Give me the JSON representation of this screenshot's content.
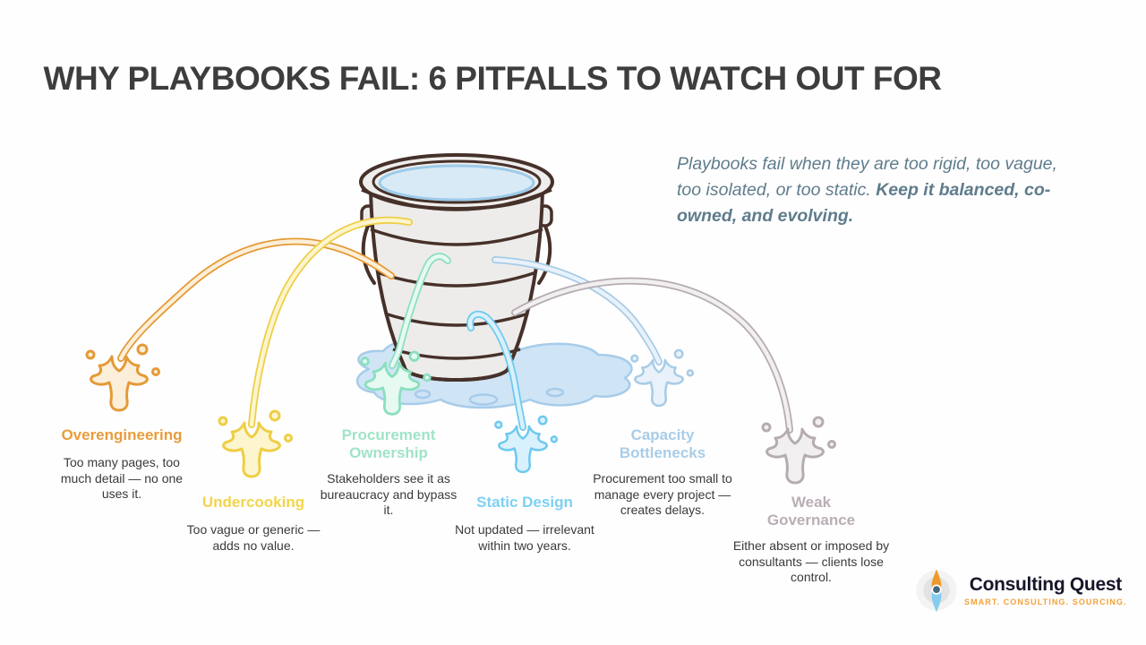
{
  "slide": {
    "title": "WHY PLAYBOOKS FAIL: 6 PITFALLS TO WATCH OUT FOR",
    "title_color": "#3d3d3d",
    "callout_normal": "Playbooks fail when they are too rigid, too vague, too isolated, or too static. ",
    "callout_bold": "Keep it balanced, co-owned, and evolving.",
    "callout_color": "#5e7c8c"
  },
  "pitfalls": [
    {
      "name": "Overengineering",
      "description": "Too many pages, too much detail — no one uses it.",
      "color": "#e89c3c"
    },
    {
      "name": "Undercooking",
      "description": "Too vague or generic — adds no value.",
      "color": "#f3d44b"
    },
    {
      "name": "Procurement Ownership",
      "description": "Stakeholders see it as bureaucracy and bypass it.",
      "color": "#9fe4c6"
    },
    {
      "name": "Static Design",
      "description": "Not updated — irrelevant within two years.",
      "color": "#7dd0f4"
    },
    {
      "name": "Capacity Bottlenecks",
      "description": "Procurement too small to manage every project — creates delays.",
      "color": "#a8cde9"
    },
    {
      "name": "Weak Governance",
      "description": "Either absent or imposed by consultants — clients lose control.",
      "color": "#b9aeb6"
    }
  ],
  "bucket": {
    "outline_color": "#46312a",
    "body_color": "#edecea",
    "water_color": "#d8eaf6",
    "puddle_color": "#cfe4f5"
  },
  "logo": {
    "name": "Consulting Quest",
    "name_color": "#16162a",
    "tagline": "SMART. CONSULTING. SOURCING.",
    "tagline_color": "#f0a23b",
    "icon": "compass-icon"
  }
}
